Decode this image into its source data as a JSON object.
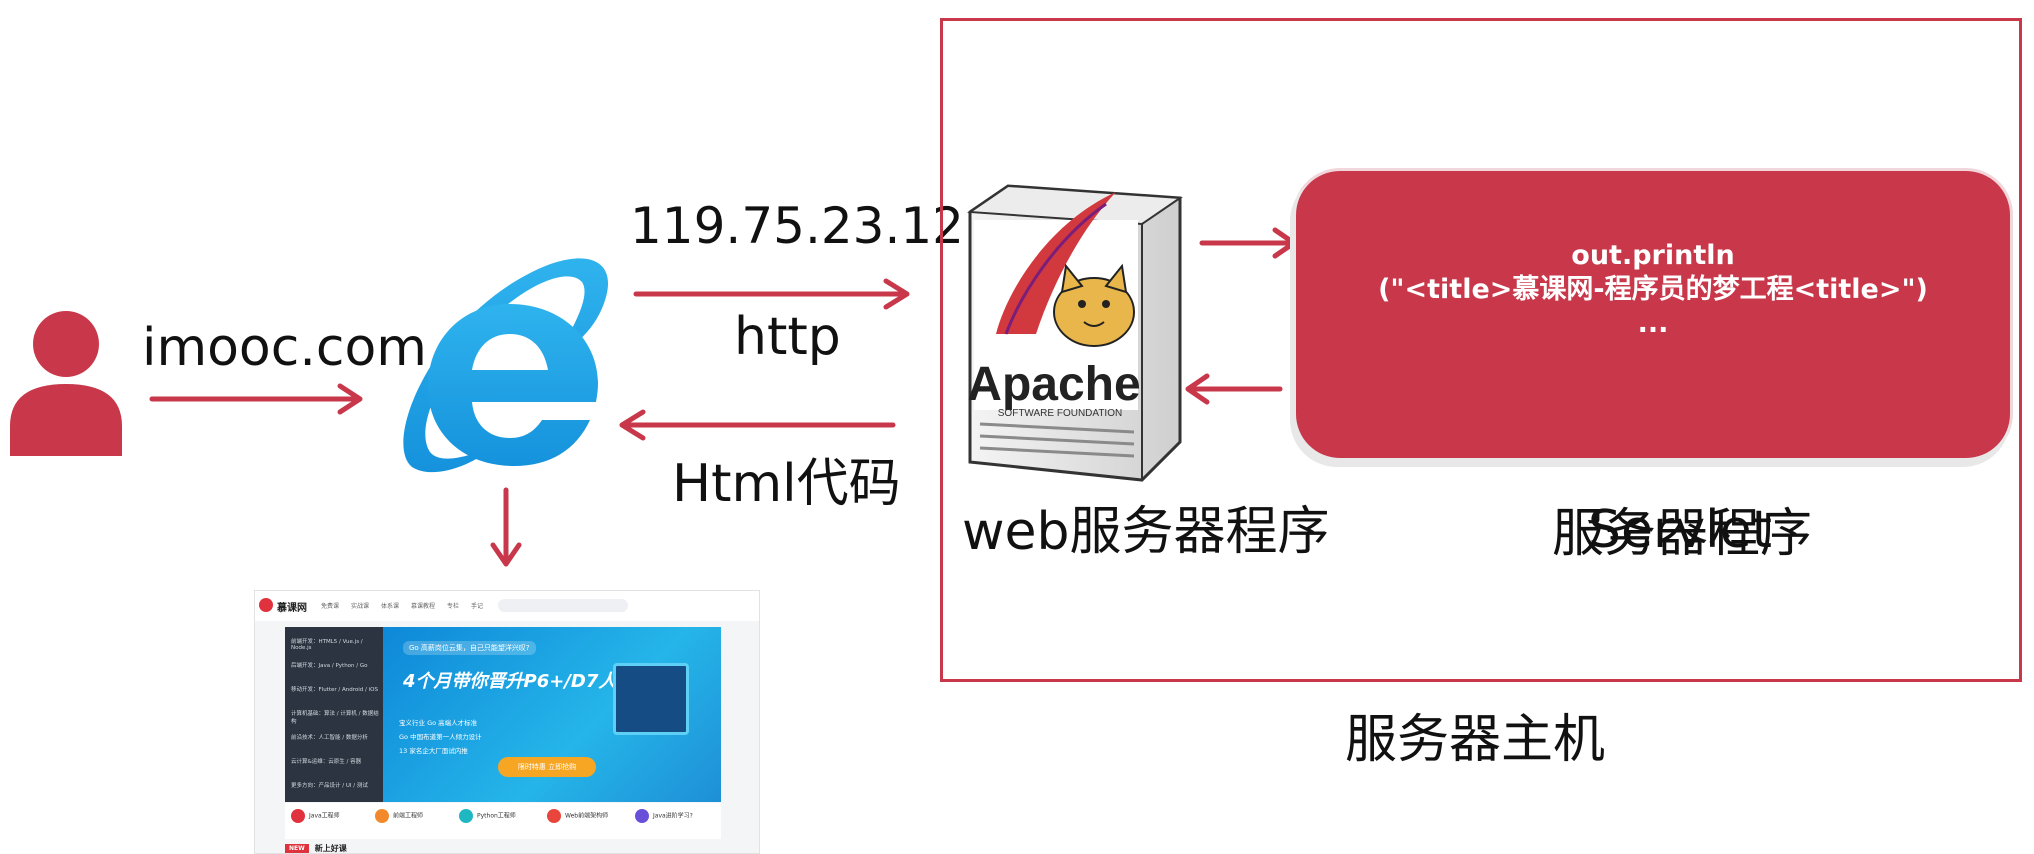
{
  "labels": {
    "domain_label": "imooc.com",
    "ip_label": "119.75.23.12",
    "http_label": "http",
    "html_code_label": "Html代码",
    "web_server_label": "web服务器程序",
    "servlet_label_1": "Servlet",
    "servlet_label_2": "服务器程序",
    "server_host_label": "服务器主机"
  },
  "servlet_code": {
    "line1": "out.println",
    "line2": "(\"<title>慕课网-程序员的梦工程<title>\")",
    "line3": "..."
  },
  "server_tower": {
    "brand": "Apache",
    "subtitle": "SOFTWARE FOUNDATION"
  },
  "screenshot": {
    "logo": "慕课网",
    "nav": [
      "免费课",
      "实战课",
      "体系课",
      "慕课教程",
      "专栏",
      "手记"
    ],
    "side": [
      "前端开发：HTML5 / Vue.js / Node.js",
      "后端开发：Java / Python / Go",
      "移动开发：Flutter / Android / iOS",
      "计算机基础：算法 / 计算机 / 数据结构",
      "前沿技术：人工智能 / 数据分析",
      "云计算&运维：云原生 / 容器",
      "更多方向：产品设计 / UI / 测试"
    ],
    "banner_sub": "Go 高薪岗位云集，自己只能望洋兴叹?",
    "banner_title": "4个月带你晋升P6+/D7人才",
    "banner_points": [
      "宝义行业 Go 高端人才标准",
      "Go 中国布道第一人倾力设计",
      "13 家名企大厂面试内推"
    ],
    "banner_button": "限时特惠 立即抢购",
    "cards": [
      "Java工程师",
      "前端工程师",
      "Python工程师",
      "Web前端架构师",
      "Java进阶学习?"
    ],
    "bottom_tag": "NEW",
    "bottom_title": "新上好课"
  },
  "colors": {
    "accent_red": "#c8384a",
    "ie_blue": "#1fa2e6"
  },
  "icons": {
    "user": "user-icon",
    "browser": "internet-explorer-icon",
    "server": "apache-server-icon"
  }
}
